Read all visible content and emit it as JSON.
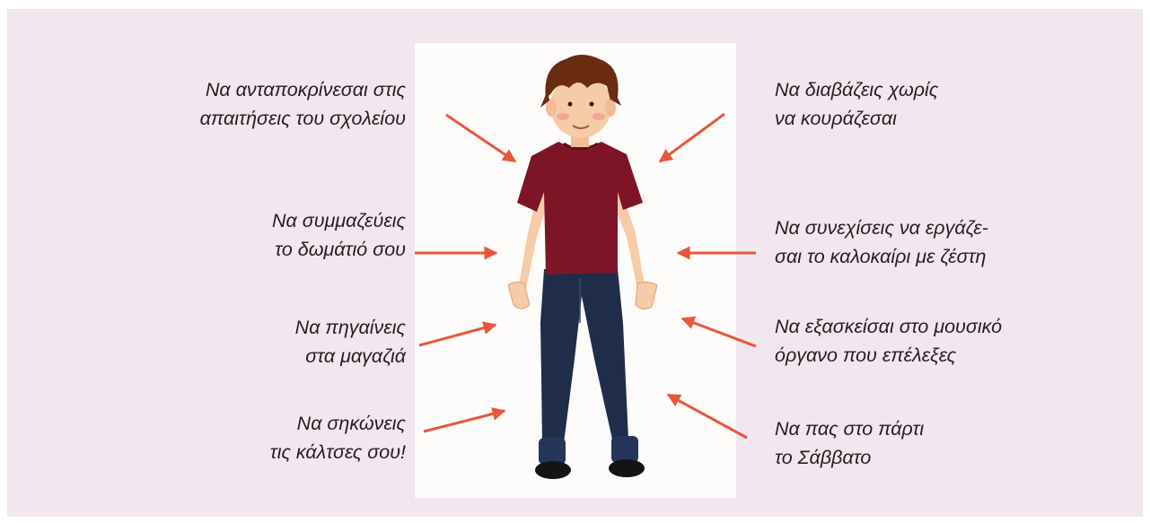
{
  "colors": {
    "panel_background": "#f2e7ee",
    "arrow": "#e8563b",
    "text": "#231f20",
    "shirt": "#7e1526",
    "jeans": "#1f2c4a",
    "hair": "#6b2a12",
    "skin": "#f6cba7"
  },
  "labels": {
    "left_1": {
      "line1": "Να ανταποκρίνεσαι στις",
      "line2": "απαιτήσεις του σχολείου"
    },
    "left_2": {
      "line1": "Να συμμαζεύεις",
      "line2": "το δωμάτιό σου"
    },
    "left_3": {
      "line1": "Να πηγαίνεις",
      "line2": "στα μαγαζιά"
    },
    "left_4": {
      "line1": "Να σηκώνεις",
      "line2": "τις κάλτσες σου!"
    },
    "right_1": {
      "line1": "Να διαβάζεις χωρίς",
      "line2": "να κουράζεσαι"
    },
    "right_2": {
      "line1": "Να συνεχίσεις να εργάζε-",
      "line2": "σαι το καλοκαίρι με ζέστη"
    },
    "right_3": {
      "line1": "Να εξασκείσαι στο μουσικό",
      "line2": "όργανο που επέλεξες"
    },
    "right_4": {
      "line1": "Να πας στο πάρτι",
      "line2": "το Σάββατο"
    }
  },
  "figure": {
    "icon": "boy-illustration"
  }
}
